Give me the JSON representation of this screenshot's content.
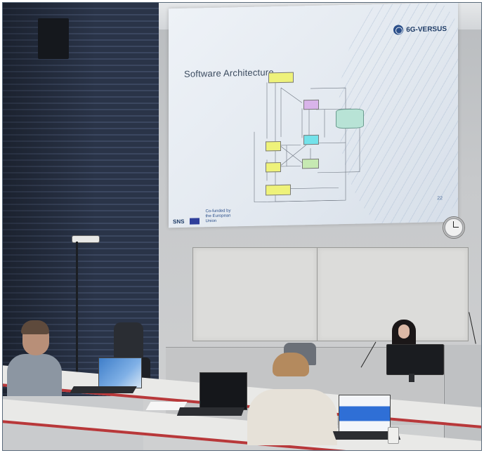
{
  "slide": {
    "title": "Software Architecture",
    "brand": "6G-VERSUS",
    "page_number": "22",
    "footer_org": "SNS",
    "footer_eu": "Co-funded by the European Union"
  },
  "colors": {
    "acoustic_wall": "#2a3448",
    "desk_edge": "#b8383a",
    "slide_bg": "#e3e9f0",
    "diagram_yellow": "#eef27a",
    "diagram_cyan": "#74e2ea",
    "diagram_violet": "#d9b4ea",
    "diagram_green": "#c6e9b2"
  }
}
